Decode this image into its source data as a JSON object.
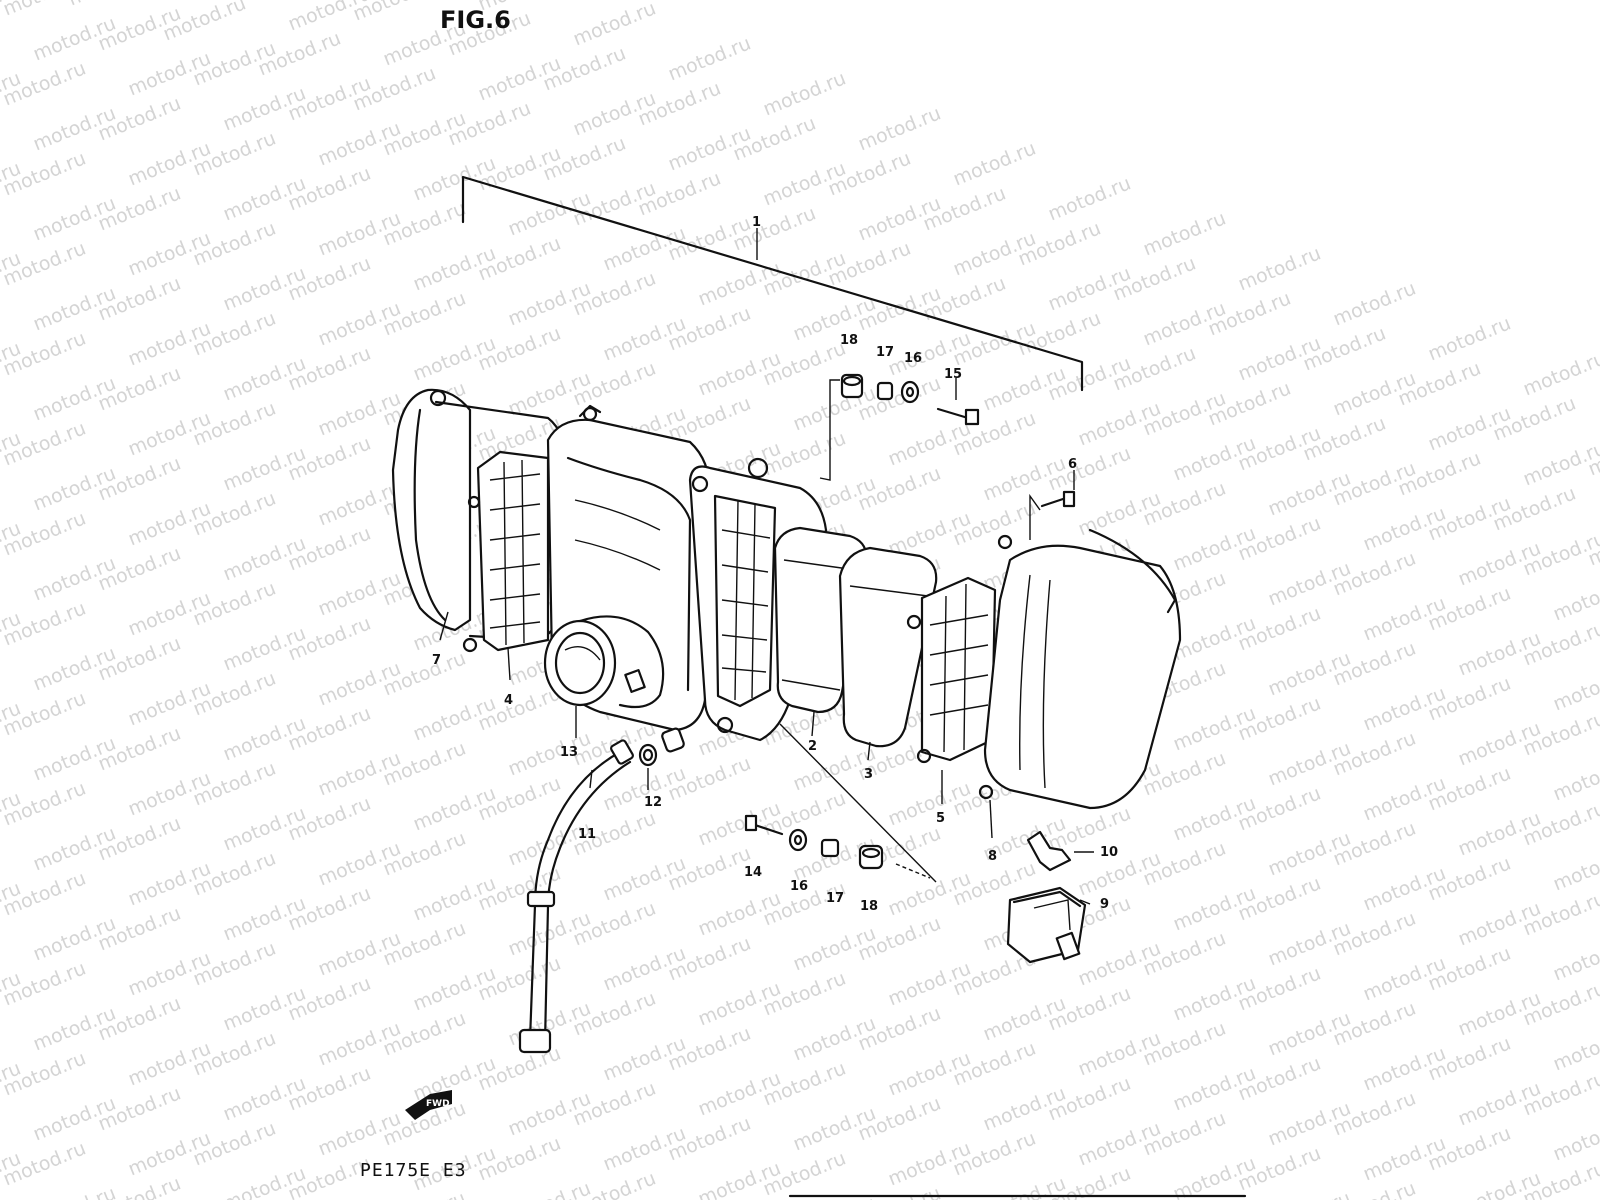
{
  "figure": {
    "title": "FIG.6",
    "footer_code": "PE175E E3",
    "direction_marker": "FWD",
    "watermark": "motod.ru"
  },
  "callouts": [
    {
      "id": "c1",
      "text": "1"
    },
    {
      "id": "c2",
      "text": "2"
    },
    {
      "id": "c3",
      "text": "3"
    },
    {
      "id": "c4",
      "text": "4"
    },
    {
      "id": "c5",
      "text": "5"
    },
    {
      "id": "c6",
      "text": "6"
    },
    {
      "id": "c7",
      "text": "7"
    },
    {
      "id": "c8",
      "text": "8"
    },
    {
      "id": "c9",
      "text": "9"
    },
    {
      "id": "c10",
      "text": "10"
    },
    {
      "id": "c11",
      "text": "11"
    },
    {
      "id": "c12",
      "text": "12"
    },
    {
      "id": "c13",
      "text": "13"
    },
    {
      "id": "c14",
      "text": "14"
    },
    {
      "id": "c15",
      "text": "15"
    },
    {
      "id": "c16a",
      "text": "16"
    },
    {
      "id": "c16b",
      "text": "16"
    },
    {
      "id": "c17a",
      "text": "17"
    },
    {
      "id": "c17b",
      "text": "17"
    },
    {
      "id": "c18a",
      "text": "18"
    },
    {
      "id": "c18b",
      "text": "18"
    }
  ]
}
